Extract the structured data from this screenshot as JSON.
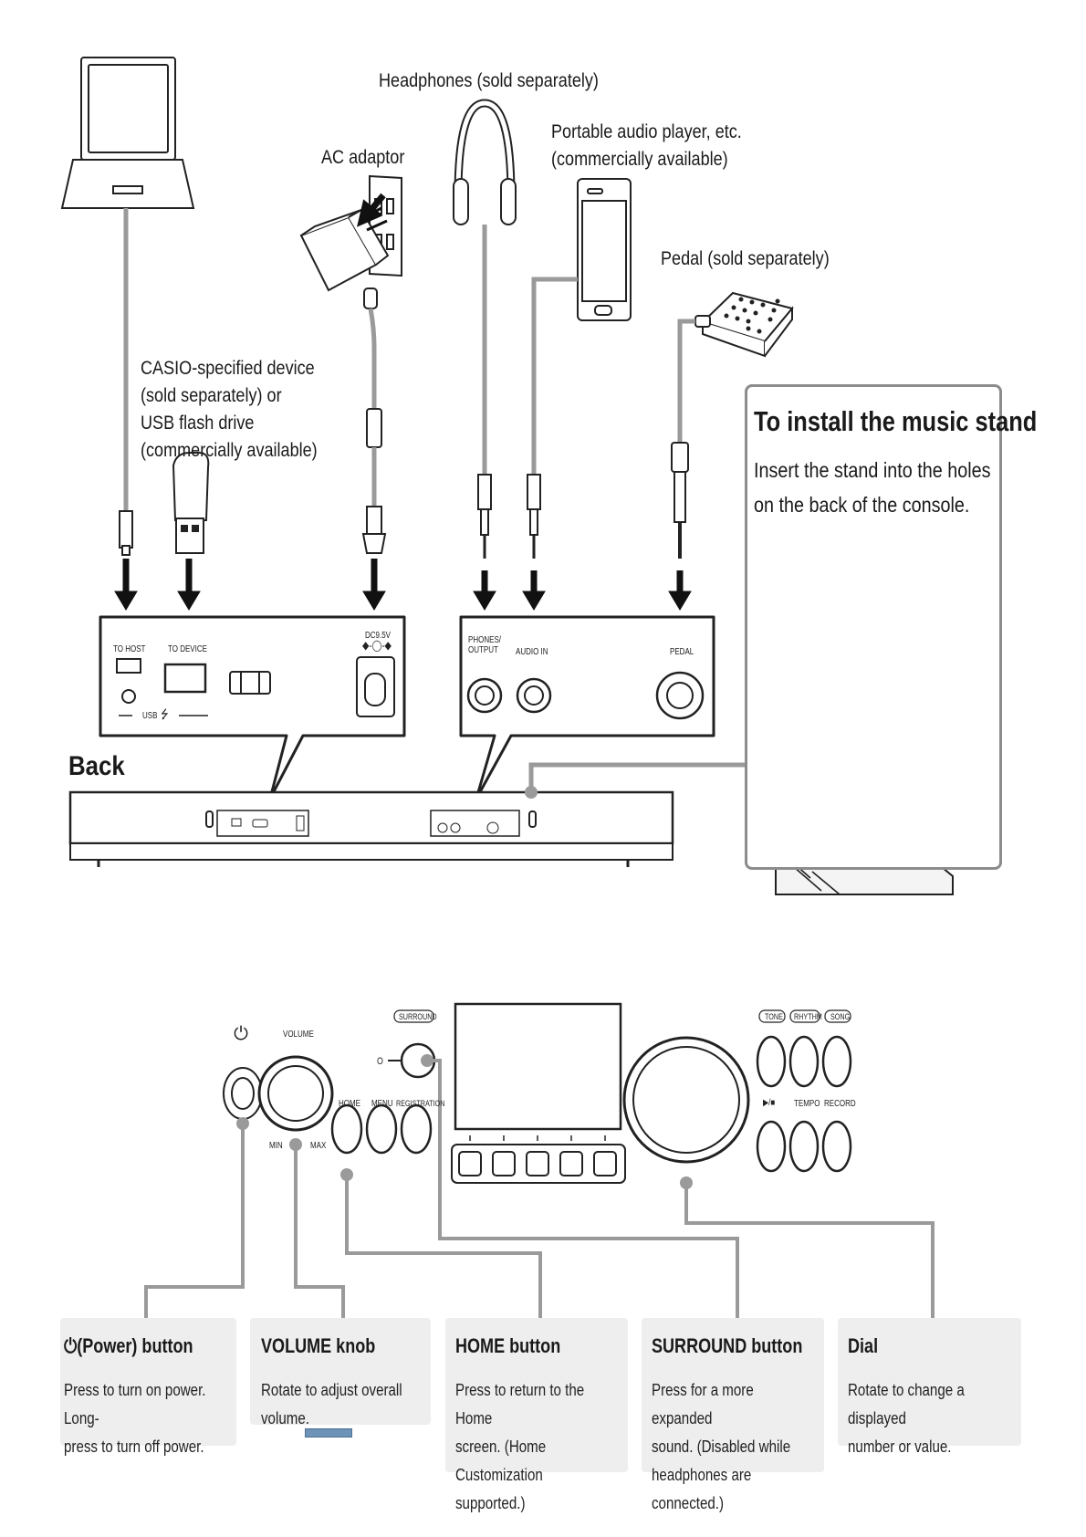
{
  "labels": {
    "headphones": "Headphones (sold separately)",
    "portable_audio": "Portable audio player, etc.\n(commercially available)",
    "ac_adaptor": "AC adaptor",
    "pedal": "Pedal (sold separately)",
    "casio_device": "CASIO-specified device\n(sold separately) or\nUSB flash drive\n(commercially available)"
  },
  "music_stand": {
    "title": "To install the music stand",
    "text": "Insert the stand into the holes\non the back of the console."
  },
  "back_panel": {
    "title": "Back",
    "to_host": "TO HOST",
    "to_device": "TO DEVICE",
    "usb": "USB",
    "dc": "DC9.5V",
    "phones_output": "PHONES/\nOUTPUT",
    "audio_in": "AUDIO IN",
    "pedal": "PEDAL"
  },
  "front_panel": {
    "volume": "VOLUME",
    "min": "MIN",
    "max": "MAX",
    "surround": "SURROUND",
    "home": "HOME",
    "menu": "MENU",
    "registration": "REGISTRATION",
    "tone": "TONE",
    "rhythm": "RHYTHM",
    "song": "SONG",
    "play_stop": "▶/■",
    "tempo": "TEMPO",
    "record": "RECORD"
  },
  "callouts": [
    {
      "title": "⏻(Power) button",
      "desc": "Press to turn on power. Long-\npress to turn off power."
    },
    {
      "title": "VOLUME knob",
      "desc": "Rotate to adjust overall volume."
    },
    {
      "title": "HOME button",
      "desc": "Press to return to the Home\nscreen. (Home Customization\nsupported.)"
    },
    {
      "title": "SURROUND button",
      "desc": "Press for a more expanded\nsound. (Disabled while\nheadphones are connected.)"
    },
    {
      "title": "Dial",
      "desc": "Rotate to change a displayed\nnumber or value."
    }
  ],
  "colors": {
    "connector_line": "#9a9a9a",
    "callout_bg": "#eeeeee",
    "accent_bar": "#6e93b8"
  }
}
